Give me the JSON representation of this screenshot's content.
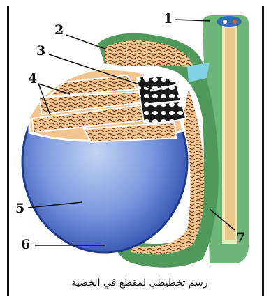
{
  "labels": {
    "l1": "1",
    "l2": "2",
    "l3": "3",
    "l4": "4",
    "l5": "5",
    "l6": "6",
    "l7": "7"
  },
  "caption": "رسم تخطيطي لمقطع في الخصية",
  "colors": {
    "tunic_blue": "#3f63c4",
    "tunic_light": "#9cb6ea",
    "tubule_tan": "#e0a96a",
    "tubule_dark": "#6b3c1c",
    "duct_green": "#4f9a5a",
    "duct_cream": "#f5e6b8",
    "rete_white": "#ffffff"
  }
}
